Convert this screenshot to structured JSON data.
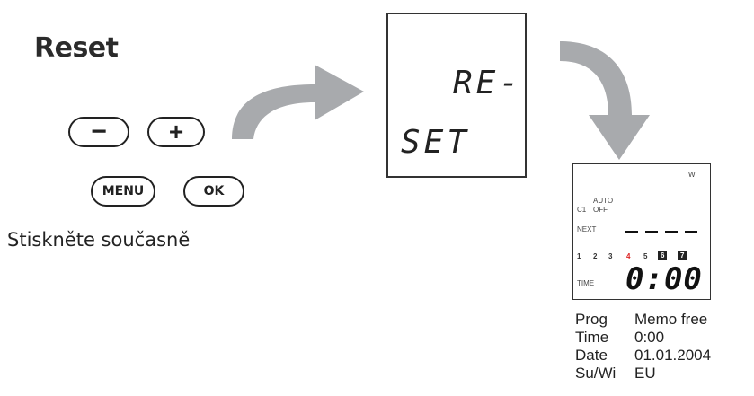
{
  "title": "Reset",
  "buttons": {
    "minus": "−",
    "plus": "+",
    "menu": "MENU",
    "ok": "OK"
  },
  "caption": "Stiskněte současně",
  "lcd_big": {
    "line1": "RE-",
    "line2": "SET"
  },
  "lcd_small": {
    "top_right": "WI",
    "auto": "AUTO",
    "off": "OFF",
    "channel": "C1",
    "next": "NEXT",
    "days": [
      "1",
      "2",
      "3",
      "4",
      "5",
      "6",
      "7"
    ],
    "time_label": "TIME",
    "time_value": "0:00"
  },
  "info": [
    {
      "key": "Prog",
      "value": "Memo free"
    },
    {
      "key": "Time",
      "value": "0:00"
    },
    {
      "key": "Date",
      "value": "01.01.2004"
    },
    {
      "key": "Su/Wi",
      "value": "EU"
    }
  ],
  "colors": {
    "arrow": "#a8aaad",
    "accent_red": "#d22222"
  }
}
